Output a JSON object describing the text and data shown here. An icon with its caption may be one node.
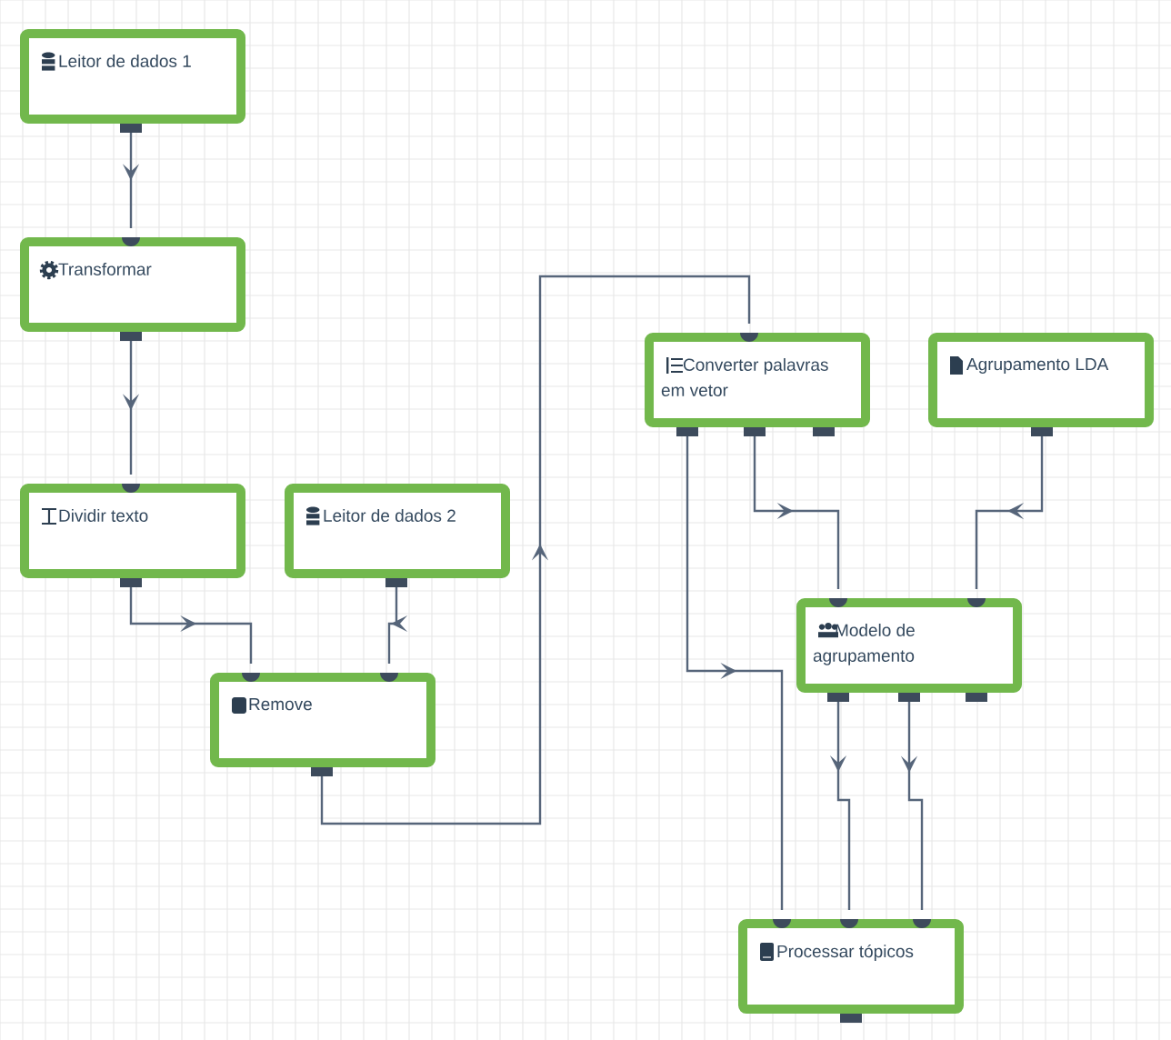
{
  "diagram": {
    "nodes": [
      {
        "text": [
          "Leitor de dados 1"
        ]
      },
      {
        "text": [
          "Transformar"
        ]
      },
      {
        "text": [
          "Dividir texto"
        ]
      },
      {
        "text": [
          "Leitor de dados 2"
        ]
      },
      {
        "text": [
          "Remove"
        ]
      },
      {
        "text": [
          "Converter palavras em vetor"
        ]
      },
      {
        "text": [
          "Agrupamento LDA"
        ]
      },
      {
        "text": [
          "Modelo de agrupamento"
        ]
      },
      {
        "text": [
          "Processar tópicos"
        ]
      }
    ],
    "edges": [
      {
        "from": 0,
        "to": 1,
        "arrow": "to"
      },
      {
        "from": 1,
        "to": 2,
        "arrow": "to"
      },
      {
        "from": 2,
        "to": 4,
        "arrow": "to"
      },
      {
        "from": 3,
        "to": 4,
        "arrow": "to"
      },
      {
        "from": 4,
        "to": 5,
        "arrow": "to"
      },
      {
        "from": 5,
        "to": 7,
        "arrow": "to"
      },
      {
        "from": 6,
        "to": 7,
        "arrow": "to"
      },
      {
        "from": 5,
        "to": 8,
        "arrow": "to"
      },
      {
        "from": 7,
        "to": 8,
        "arrow": "to"
      },
      {
        "from": 7,
        "to": 8,
        "arrow": "to"
      }
    ]
  }
}
